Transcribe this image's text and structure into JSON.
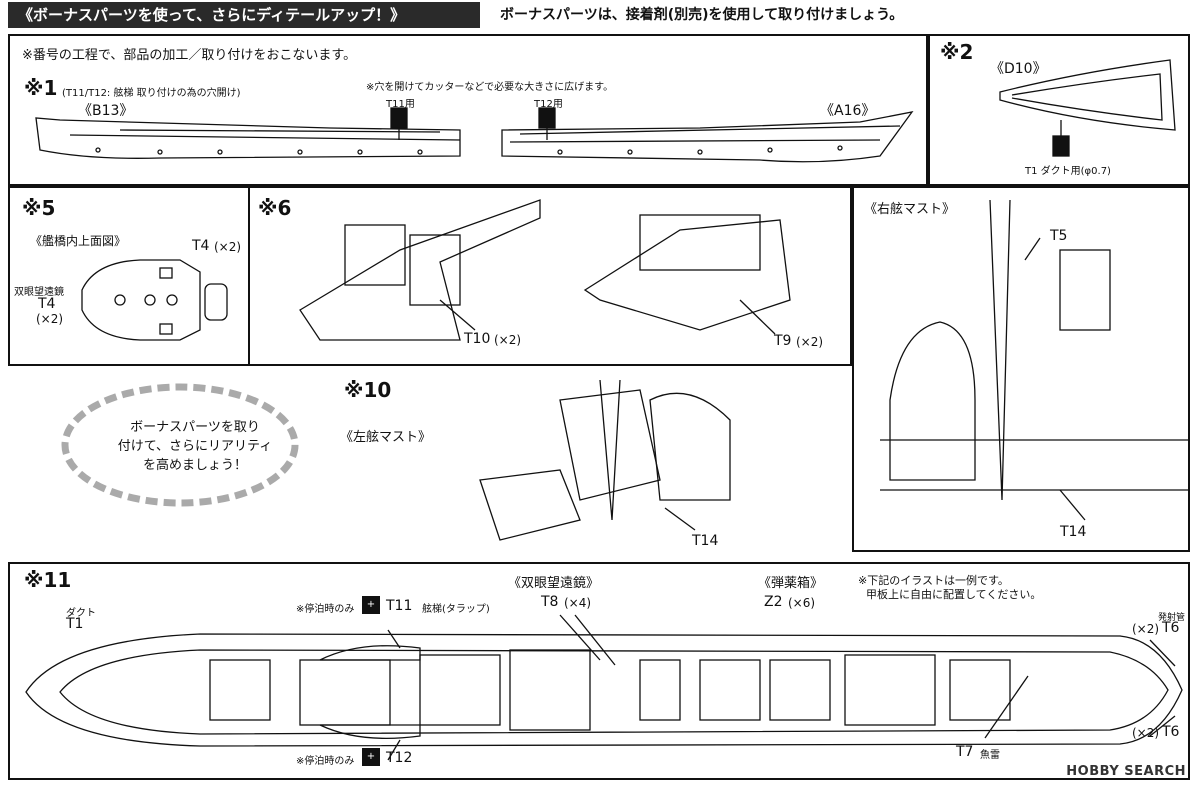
{
  "header": {
    "title": "《ボーナスパーツを使って、さらにディテールアップ！》",
    "note": "ボーナスパーツは、接着剤(別売)を使用して取り付けましょう。"
  },
  "intro": "※番号の工程で、部品の加工／取り付けをおこないます。",
  "step1": {
    "num": "※1",
    "desc": "(T11/T12: 舷梯 取り付けの為の穴開け)",
    "note": "※穴を開けてカッターなどで必要な大きさに広げます。",
    "part_left": "《B13》",
    "part_right": "《A16》",
    "tag_left": "T11用",
    "tag_right": "T12用"
  },
  "step2": {
    "num": "※2",
    "part": "《D10》",
    "tag": "T1 ダクト用(φ0.7)"
  },
  "step5": {
    "num": "※5",
    "title": "《艦橋内上面図》",
    "label_t4a": "T4",
    "label_t4a_qty": "(×2)",
    "label_binoc": "双眼望遠鏡",
    "label_t4b": "T4",
    "label_t4b_qty": "(×2)"
  },
  "step6": {
    "num": "※6",
    "label_t10": "T10",
    "label_t10_qty": "(×2)",
    "label_t9": "T9",
    "label_t9_qty": "(×2)"
  },
  "step_mast_r": {
    "title": "《右舷マスト》",
    "label_t5": "T5",
    "label_t14": "T14"
  },
  "step10": {
    "num": "※10",
    "title": "《左舷マスト》",
    "label_t14": "T14"
  },
  "callout": {
    "line1": "ボーナスパーツを取り",
    "line2": "付けて、さらにリアリティ",
    "line3": "を高めましょう！"
  },
  "step11": {
    "num": "※11",
    "duct": "ダクト",
    "t1": "T1",
    "moored_top": "※停泊時のみ",
    "t11": "T11",
    "t11_desc": "舷梯(タラップ)",
    "binoc_title": "《双眼望遠鏡》",
    "t8": "T8",
    "t8_qty": "(×4)",
    "ammo_title": "《弾薬箱》",
    "z2": "Z2",
    "z2_qty": "(×6)",
    "note1": "※下記のイラストは一例です。",
    "note2": "甲板上に自由に配置してください。",
    "launcher": "発射管",
    "t6a_qty": "(×2)",
    "t6a": "T6",
    "t6b_qty": "(×2)",
    "t6b": "T6",
    "moored_bottom": "※停泊時のみ",
    "t12": "T12",
    "t7": "T7",
    "t7_desc": "魚雷"
  },
  "watermark": "HOBBY SEARCH"
}
